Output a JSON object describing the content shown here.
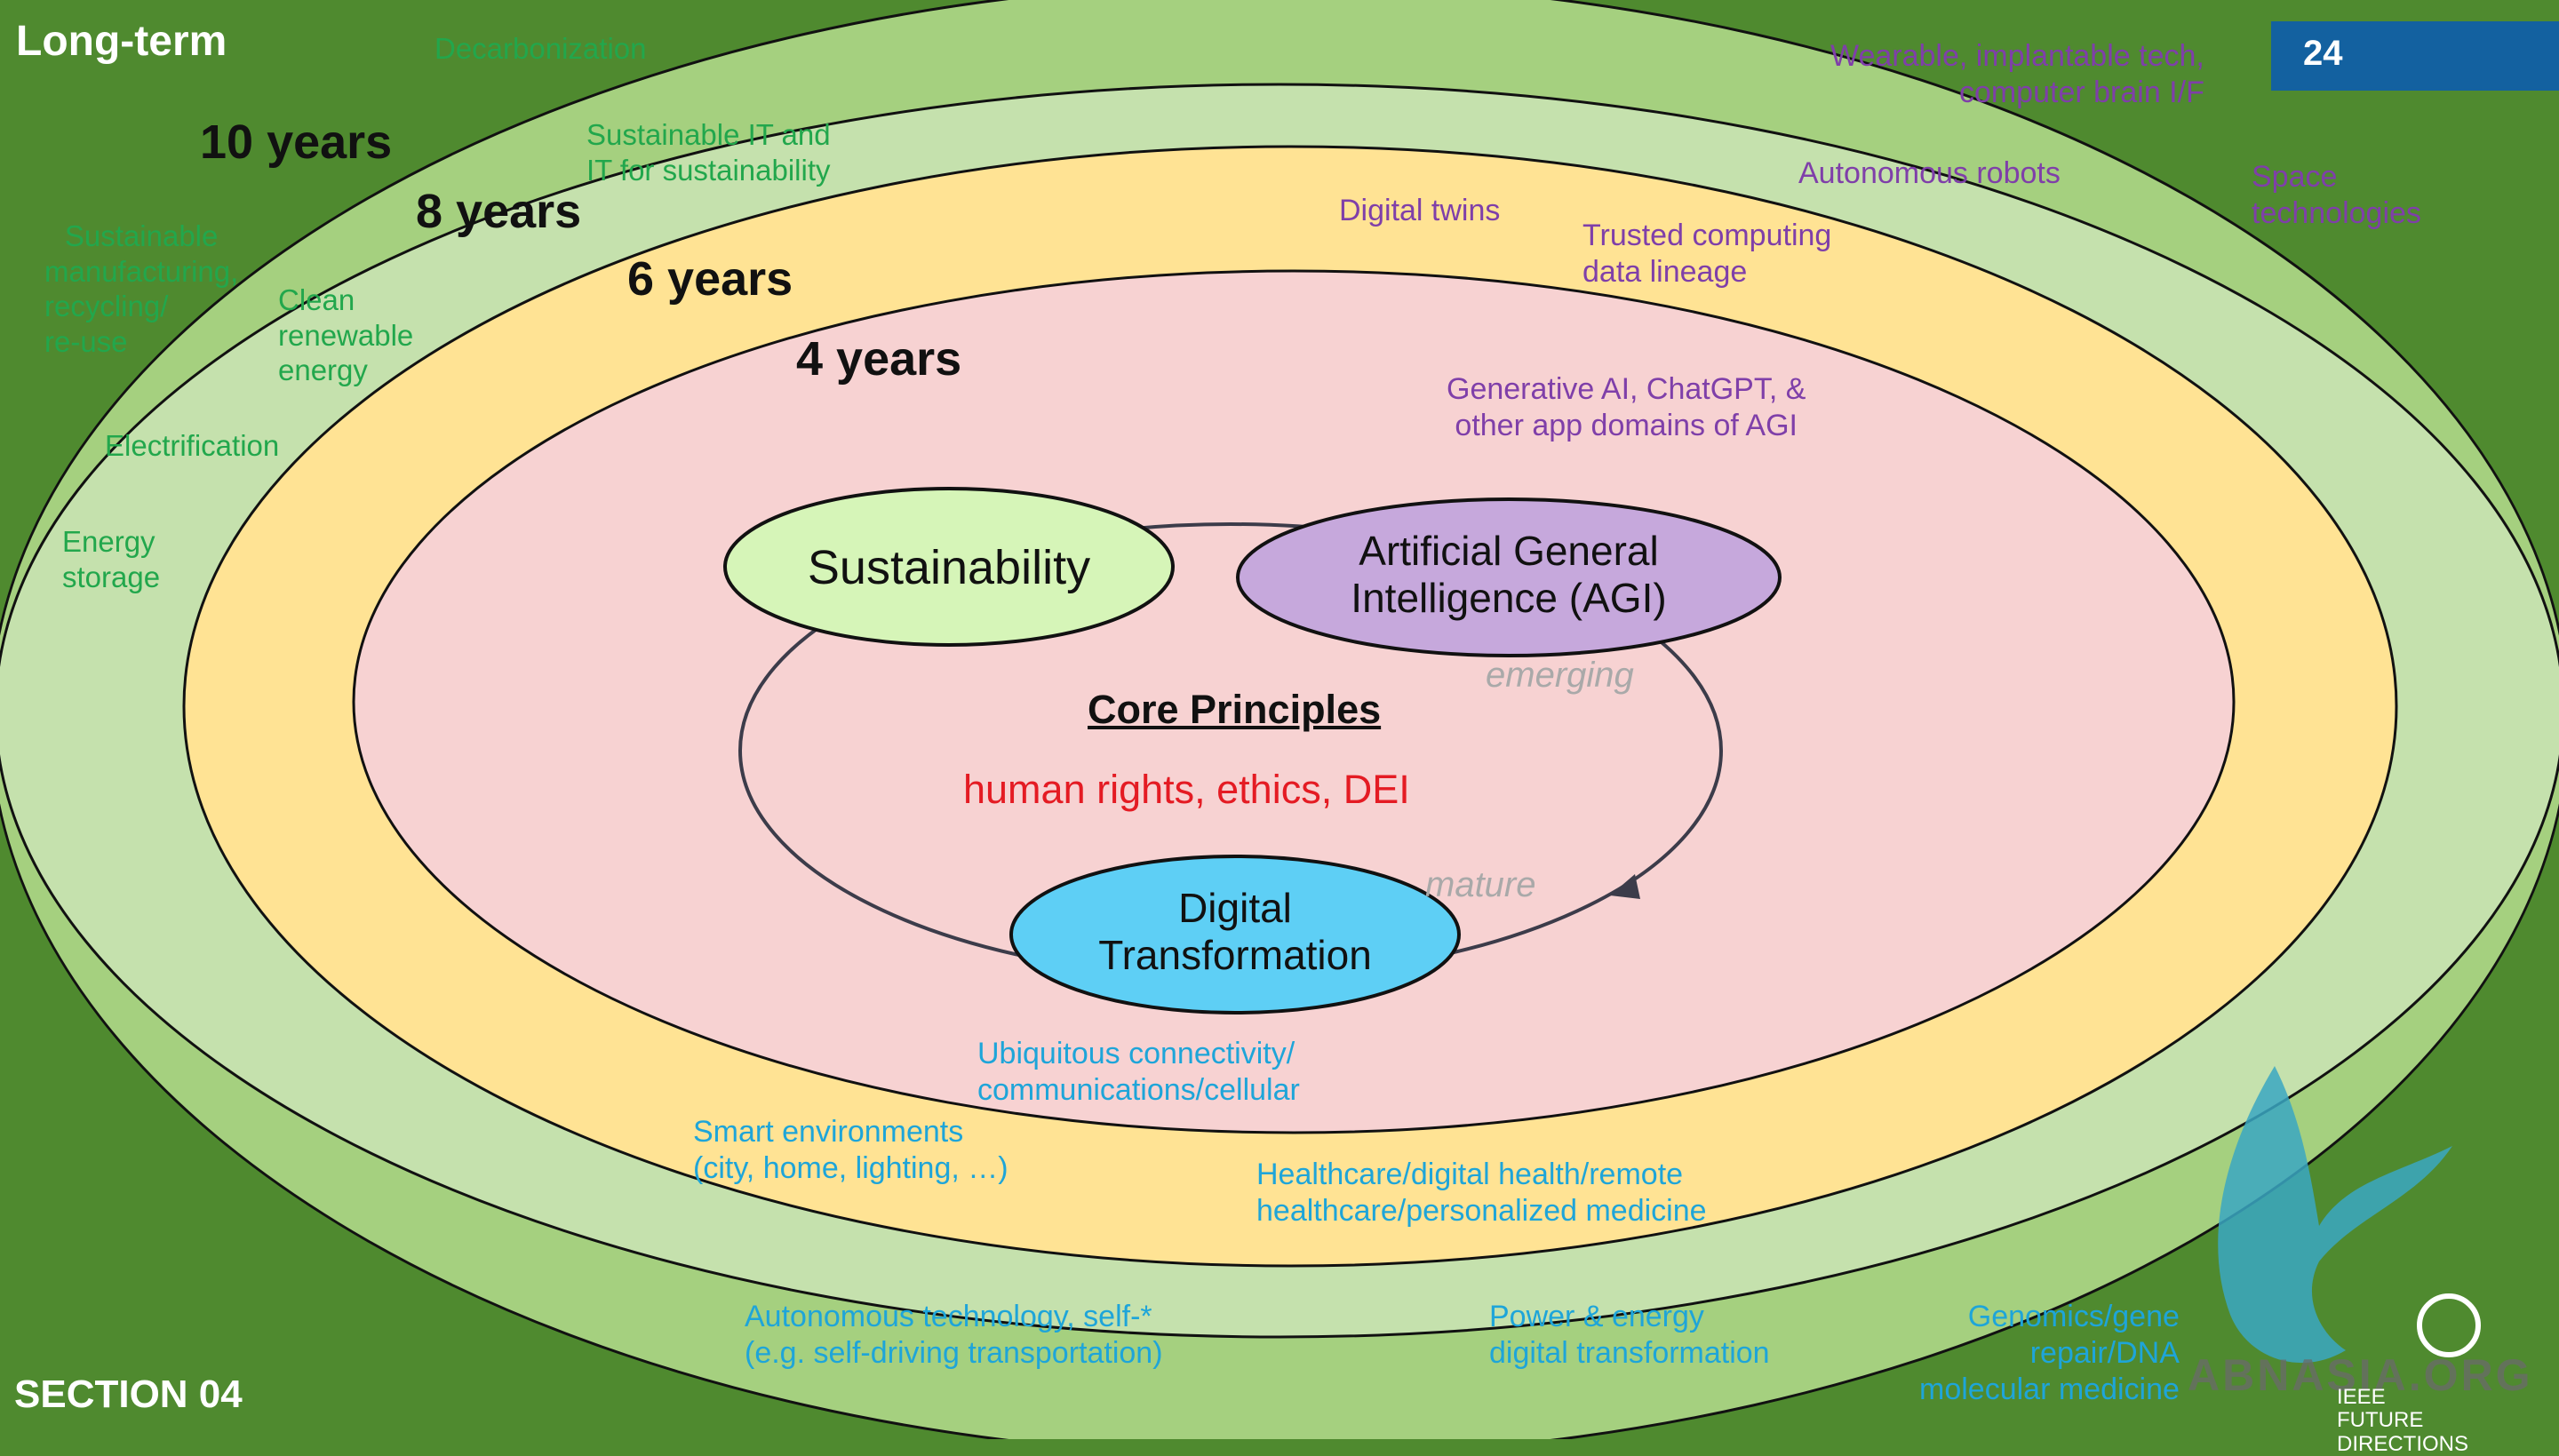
{
  "corner": {
    "top_left": "Long-term",
    "bottom_left": "SECTION 04"
  },
  "page_number": "24",
  "rings": {
    "ten": "10 years",
    "eight": "8 years",
    "six": "6 years",
    "four": "4 years"
  },
  "green_topics": {
    "decarbonization": "Decarbonization",
    "sustainable_it": [
      "Sustainable IT and",
      "IT for sustainability"
    ],
    "manufacturing": [
      "Sustainable",
      "manufacturing,",
      "recycling/",
      "re-use"
    ],
    "clean_energy": [
      "Clean",
      "renewable",
      "energy"
    ],
    "electrification": "Electrification",
    "energy_storage": [
      "Energy",
      "storage"
    ]
  },
  "purple_topics": {
    "wearable": [
      "Wearable, implantable tech,",
      "computer brain I/F"
    ],
    "robots": "Autonomous robots",
    "space": [
      "Space",
      "technologies"
    ],
    "digital_twins": "Digital twins",
    "trusted": [
      "Trusted computing",
      "data lineage"
    ],
    "generative": [
      "Generative AI, ChatGPT, &",
      "other app domains of AGI"
    ]
  },
  "blue_topics": {
    "connectivity": [
      "Ubiquitous connectivity/",
      "communications/cellular"
    ],
    "smart": [
      "Smart environments",
      "(city, home, lighting, …)"
    ],
    "healthcare": [
      "Healthcare/digital health/remote",
      "healthcare/personalized medicine"
    ],
    "autonomous": [
      "Autonomous technology, self-*",
      "(e.g. self-driving transportation)"
    ],
    "power": [
      "Power & energy",
      "digital transformation"
    ],
    "genomics": [
      "Genomics/gene",
      "repair/DNA",
      "molecular medicine"
    ]
  },
  "core": {
    "sustainability": "Sustainability",
    "agi": [
      "Artificial General",
      "Intelligence (AGI)"
    ],
    "digital": [
      "Digital",
      "Transformation"
    ],
    "title": "Core Principles",
    "principles": "human rights, ethics, DEI",
    "emerging": "emerging",
    "mature": "mature"
  },
  "logo": {
    "ieee_line1": "IEEE",
    "ieee_line2": "FUTURE DIRECTIONS",
    "watermark": "ABNASIA.ORG"
  },
  "colors": {
    "outer_bg": "#4f8a2f",
    "ring_10": "#a5d07f",
    "ring_8": "#c5e1ad",
    "ring_6": "#ffe394",
    "ring_4": "#f7d2d2",
    "sustainability_fill": "#d6f5b8",
    "agi_fill": "#c6a8dc",
    "digital_fill": "#5ecff5",
    "principles_red": "#e41b23",
    "badge_blue": "#1361a0"
  }
}
